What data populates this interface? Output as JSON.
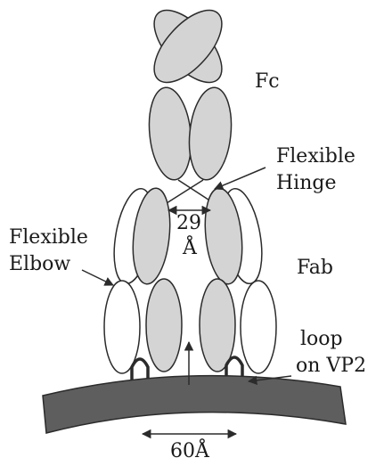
{
  "labels": {
    "fc": "Fc",
    "hinge_line1": "Flexible",
    "hinge_line2": "Hinge",
    "gap_value": "29",
    "gap_unit": "Å",
    "elbow_line1": "Flexible",
    "elbow_line2": "Elbow",
    "fab": "Fab",
    "loop_line1": "loop",
    "loop_line2": "on VP2",
    "distance": "60Å"
  },
  "colors": {
    "shaded": "#d4d4d4",
    "outline": "#2b2b2b",
    "surface": "#5e5e5e",
    "text": "#1a1a1a"
  }
}
